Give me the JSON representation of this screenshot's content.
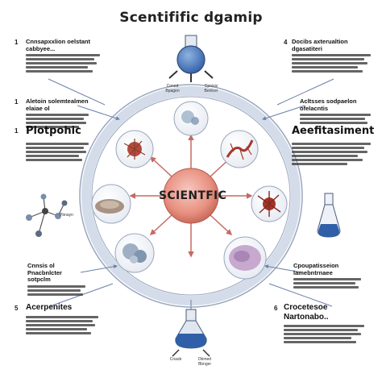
{
  "title": "Scentifific dgamip",
  "center": {
    "label": "SCIENTFIC"
  },
  "top_flask": {
    "caption_left": "Conod\nBpagen",
    "caption_right": "Cpnisiz\nBenlcer"
  },
  "bottom_flask": {
    "caption_left": "Cnasb",
    "caption_right": "Dbmed\nBbnger"
  },
  "blocks": {
    "top_left": {
      "number": "1",
      "heading": "Cnnsapxxlion oelstant cabbyee...",
      "lines": 5
    },
    "top_right": {
      "number": "4",
      "heading": "Docibs axterualtion dgasatiteri",
      "lines": 5
    },
    "mid_left_top": {
      "number": "1",
      "heading": "Aletoin solemtealmen elaiae ol",
      "lines": 4
    },
    "mid_left": {
      "number": "1",
      "heading": "Plotpohic",
      "lines": 5
    },
    "mid_right_top": {
      "number": "",
      "heading": "Acltsses sodpaelon ofelacntis",
      "lines": 3
    },
    "mid_right": {
      "number": "",
      "heading": "Aeefitasiment",
      "lines": 6
    },
    "low_left": {
      "number": "",
      "heading": "Cnnsis ol Pnacbnlcter sotpclm",
      "lines": 3
    },
    "low_right": {
      "number": "",
      "heading": "Cpoupatisseion lamebntrnaee",
      "lines": 3
    },
    "bottom_left": {
      "number": "5",
      "heading": "Acerpenites",
      "lines": 5
    },
    "bottom_right": {
      "number": "6",
      "heading": "Crocetesoe Nartonabo..",
      "lines": 5
    }
  },
  "molecule": {
    "label": "Pbnayn"
  },
  "colors": {
    "ring": "#c9d3e3",
    "ring_edge": "#9aa7bd",
    "center": "#e58b80",
    "arrow": "#c46a62",
    "line_arrow": "#6a7fa6",
    "flask_fill": "#3c6fb5"
  }
}
